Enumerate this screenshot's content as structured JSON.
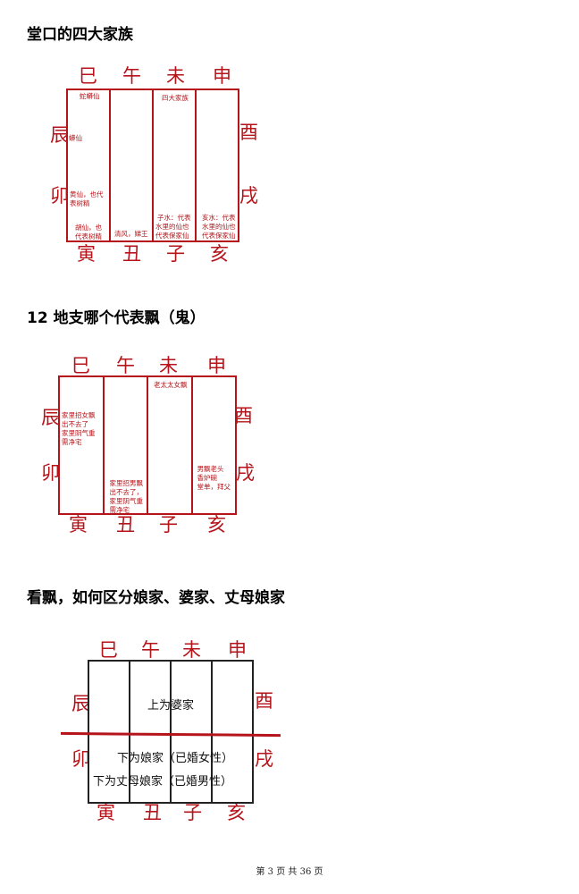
{
  "heading1": "堂口的四大家族",
  "heading2": "12 地支哪个代表飘（鬼）",
  "heading3": "看飘，如何区分娘家、婆家、丈母娘家",
  "branches": {
    "si": "巳",
    "wu": "午",
    "wei": "未",
    "shen": "申",
    "chen": "辰",
    "you": "酉",
    "mao": "卯",
    "xu": "戌",
    "yin": "寅",
    "chou": "丑",
    "zi": "子",
    "hai": "亥"
  },
  "diagram1": {
    "notes": {
      "shexie": "蛇蟒仙",
      "liuxian": "蟒仙",
      "huangxian_l1": "黄仙，也代",
      "huangxian_l2": "表树精",
      "huxian_l1": "胡仙，也",
      "huxian_l2": "代表树精",
      "qingfeng": "清风，娣王",
      "sidajiazu": "四大家族",
      "zishui_l1": "子水：代表",
      "zishui_l2": "水里的仙也",
      "zishui_l3": "代表保家仙",
      "haishui_l1": "亥水：代表",
      "haishui_l2": "水里的仙也",
      "haishui_l3": "代表保家仙"
    }
  },
  "diagram2": {
    "notes": {
      "female_l1": "家里招女飘",
      "female_l2": "出不去了",
      "female_l3": "家里阴气重",
      "female_l4": "需净宅",
      "male_l1": "家里招男飘",
      "male_l2": "出不去了，",
      "male_l3": "家里阴气重",
      "male_l4": "需净宅",
      "oldlady": "老太太女飘",
      "oldman_l1": "男飘老头",
      "oldman_l2": "香炉碗",
      "oldman_l3": "堂单，拜父"
    }
  },
  "diagram3": {
    "upper": "上为婆家",
    "lower1": "下为娘家（已婚女性）",
    "lower2": "下为丈母娘家（已婚男性）"
  },
  "footer": "第 3 页 共 36 页"
}
